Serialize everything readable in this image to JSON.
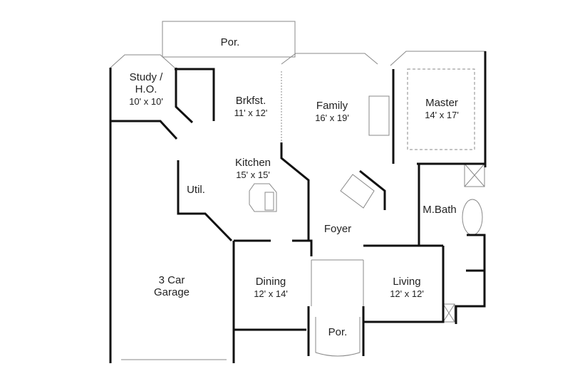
{
  "rooms": {
    "porch_top": {
      "name": "Por."
    },
    "study": {
      "name": "Study /",
      "name2": "H.O.",
      "dim": "10' x 10'"
    },
    "brkfst": {
      "name": "Brkfst.",
      "dim": "11' x 12'"
    },
    "family": {
      "name": "Family",
      "dim": "16' x 19'"
    },
    "master": {
      "name": "Master",
      "dim": "14' x 17'"
    },
    "kitchen": {
      "name": "Kitchen",
      "dim": "15' x 15'"
    },
    "util": {
      "name": "Util."
    },
    "mbath": {
      "name": "M.Bath"
    },
    "foyer": {
      "name": "Foyer"
    },
    "garage": {
      "name": "3 Car",
      "name2": "Garage"
    },
    "dining": {
      "name": "Dining",
      "dim": "12' x 14'"
    },
    "living": {
      "name": "Living",
      "dim": "12' x 12'"
    },
    "porch_bottom": {
      "name": "Por."
    }
  },
  "colors": {
    "wall": "#111111",
    "thin": "#888888",
    "background": "#ffffff"
  }
}
